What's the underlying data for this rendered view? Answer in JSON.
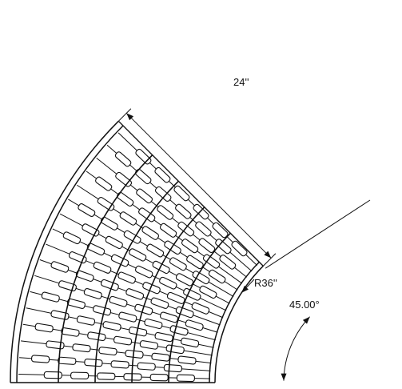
{
  "diagram": {
    "width_label": "24''",
    "radius_label": "R36''",
    "angle_label": "45.00°",
    "line_color": "#111111",
    "fill_color": "#ffffff"
  }
}
